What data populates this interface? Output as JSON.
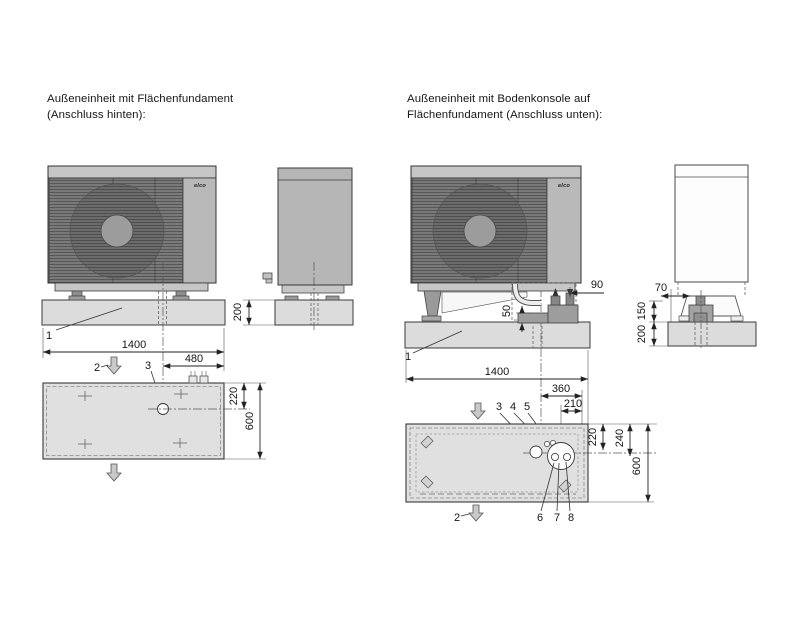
{
  "figure": {
    "left": {
      "title_line1": "Außeneinheit mit Flächenfundament",
      "title_line2": "(Anschluss hinten):",
      "brand_logo": "elco",
      "items": {
        "i1": "1",
        "i2": "2",
        "i3": "3"
      },
      "dims": {
        "foundation_width": "1400",
        "offset_back": "480",
        "hole_offset": "220",
        "foundation_depth": "600",
        "foundation_height": "200"
      }
    },
    "right": {
      "title_line1": "Außeneinheit mit Bodenkonsole auf",
      "title_line2": "Flächenfundament (Anschluss unten):",
      "brand_logo": "elco",
      "items": {
        "i1": "1",
        "i2": "2",
        "i3": "3",
        "i4": "4",
        "i5": "5",
        "i6": "6",
        "i7": "7",
        "i8": "8"
      },
      "dims": {
        "foundation_width": "1400",
        "pipe_offset": "90",
        "clearance": "50",
        "offset_360": "360",
        "offset_210": "210",
        "offset_220": "220",
        "offset_240": "240",
        "foundation_depth": "600",
        "console_offset": "70",
        "console_height": "150",
        "foundation_height": "200"
      }
    }
  }
}
